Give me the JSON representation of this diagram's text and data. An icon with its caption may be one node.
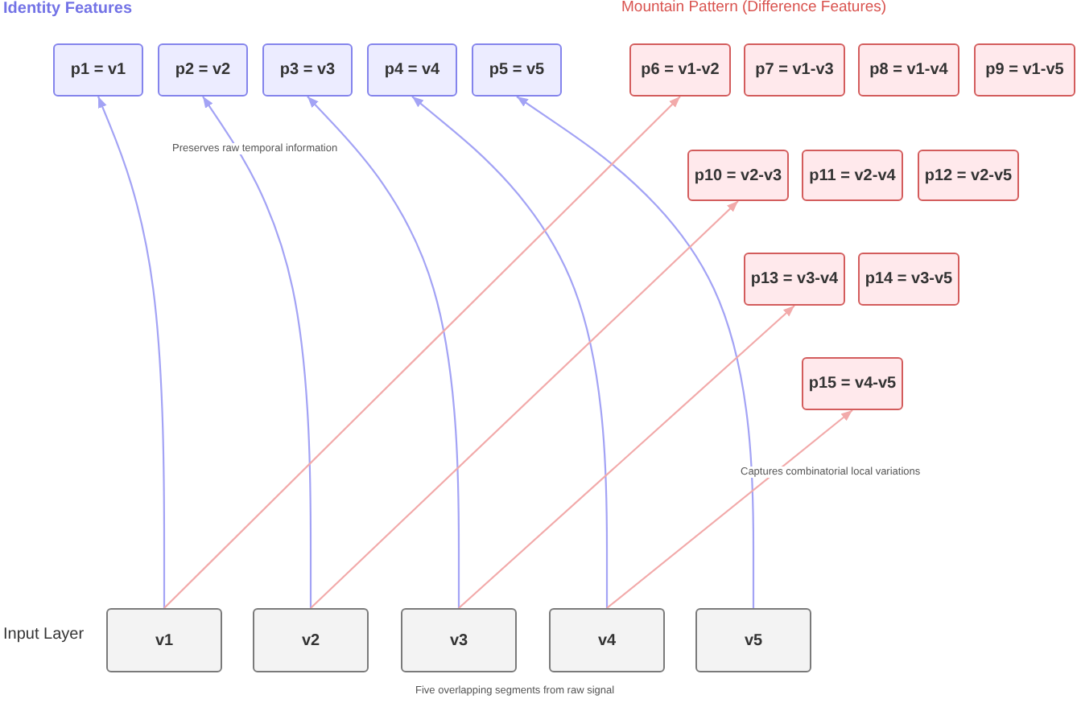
{
  "diagram": {
    "nodes": [
      {
        "text": [
          "p1 = v1"
        ]
      },
      {
        "text": [
          "p2 = v2"
        ]
      },
      {
        "text": [
          "p3 = v3"
        ]
      },
      {
        "text": [
          "p4 = v4"
        ]
      },
      {
        "text": [
          "p5 = v5"
        ]
      },
      {
        "text": [
          "p6 = v1-v2"
        ]
      },
      {
        "text": [
          "p7 = v1-v3"
        ]
      },
      {
        "text": [
          "p8 = v1-v4"
        ]
      },
      {
        "text": [
          "p9 = v1-v5"
        ]
      },
      {
        "text": [
          "p10 = v2-v3"
        ]
      },
      {
        "text": [
          "p11 = v2-v4"
        ]
      },
      {
        "text": [
          "p12 = v2-v5"
        ]
      },
      {
        "text": [
          "p13 = v3-v4"
        ]
      },
      {
        "text": [
          "p14 = v3-v5"
        ]
      },
      {
        "text": [
          "p15 = v4-v5"
        ]
      },
      {
        "text": [
          "v1"
        ]
      },
      {
        "text": [
          "v2"
        ]
      },
      {
        "text": [
          "v3"
        ]
      },
      {
        "text": [
          "v4"
        ]
      },
      {
        "text": [
          "v5"
        ]
      }
    ],
    "edges": [
      {
        "from": 15,
        "to": 0,
        "arrow": "to"
      },
      {
        "from": 16,
        "to": 1,
        "arrow": "to"
      },
      {
        "from": 17,
        "to": 2,
        "arrow": "to"
      },
      {
        "from": 18,
        "to": 3,
        "arrow": "to"
      },
      {
        "from": 19,
        "to": 4,
        "arrow": "to"
      },
      {
        "from": 15,
        "to": 5,
        "arrow": "to",
        "color": "#f2aaaa"
      },
      {
        "from": 16,
        "to": 9,
        "arrow": "to",
        "color": "#f2aaaa"
      },
      {
        "from": 17,
        "to": 12,
        "arrow": "to",
        "color": "#f2aaaa"
      },
      {
        "from": 18,
        "to": 14,
        "arrow": "to",
        "color": "#f2aaaa"
      }
    ],
    "labels": [
      "Identity Features",
      "Mountain Pattern (Difference Features)",
      "Preserves raw temporal information",
      "Captures combinatorial local variations",
      "Input Layer",
      "Five overlapping segments from raw signal"
    ]
  }
}
